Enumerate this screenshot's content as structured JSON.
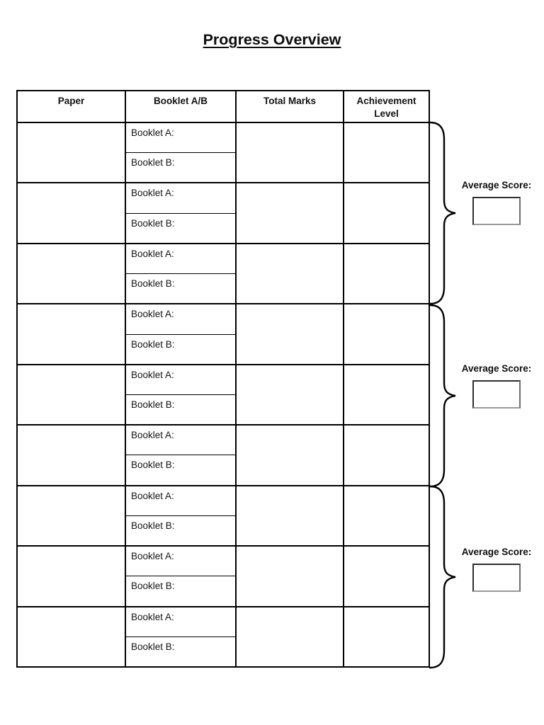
{
  "title": "Progress Overview",
  "table": {
    "columns": [
      "Paper",
      "Booklet A/B",
      "Total Marks",
      "Achievement Level"
    ],
    "rows": [
      {
        "paper": "",
        "booklet_a_label": "Booklet A:",
        "booklet_a_value": "",
        "booklet_b_label": "Booklet B:",
        "booklet_b_value": "",
        "total_marks": "",
        "achievement_level": ""
      },
      {
        "paper": "",
        "booklet_a_label": "Booklet A:",
        "booklet_a_value": "",
        "booklet_b_label": "Booklet B:",
        "booklet_b_value": "",
        "total_marks": "",
        "achievement_level": ""
      },
      {
        "paper": "",
        "booklet_a_label": "Booklet A:",
        "booklet_a_value": "",
        "booklet_b_label": "Booklet B:",
        "booklet_b_value": "",
        "total_marks": "",
        "achievement_level": ""
      },
      {
        "paper": "",
        "booklet_a_label": "Booklet A:",
        "booklet_a_value": "",
        "booklet_b_label": "Booklet B:",
        "booklet_b_value": "",
        "total_marks": "",
        "achievement_level": ""
      },
      {
        "paper": "",
        "booklet_a_label": "Booklet A:",
        "booklet_a_value": "",
        "booklet_b_label": "Booklet B:",
        "booklet_b_value": "",
        "total_marks": "",
        "achievement_level": ""
      },
      {
        "paper": "",
        "booklet_a_label": "Booklet A:",
        "booklet_a_value": "",
        "booklet_b_label": "Booklet B:",
        "booklet_b_value": "",
        "total_marks": "",
        "achievement_level": ""
      },
      {
        "paper": "",
        "booklet_a_label": "Booklet A:",
        "booklet_a_value": "",
        "booklet_b_label": "Booklet B:",
        "booklet_b_value": "",
        "total_marks": "",
        "achievement_level": ""
      },
      {
        "paper": "",
        "booklet_a_label": "Booklet A:",
        "booklet_a_value": "",
        "booklet_b_label": "Booklet B:",
        "booklet_b_value": "",
        "total_marks": "",
        "achievement_level": ""
      },
      {
        "paper": "",
        "booklet_a_label": "Booklet A:",
        "booklet_a_value": "",
        "booklet_b_label": "Booklet B:",
        "booklet_b_value": "",
        "total_marks": "",
        "achievement_level": ""
      }
    ]
  },
  "average_sections": [
    {
      "label": "Average Score:",
      "value": ""
    },
    {
      "label": "Average Score:",
      "value": ""
    },
    {
      "label": "Average Score:",
      "value": ""
    }
  ],
  "colors": {
    "border": "#000000",
    "text": "#111111",
    "background": "#ffffff"
  }
}
